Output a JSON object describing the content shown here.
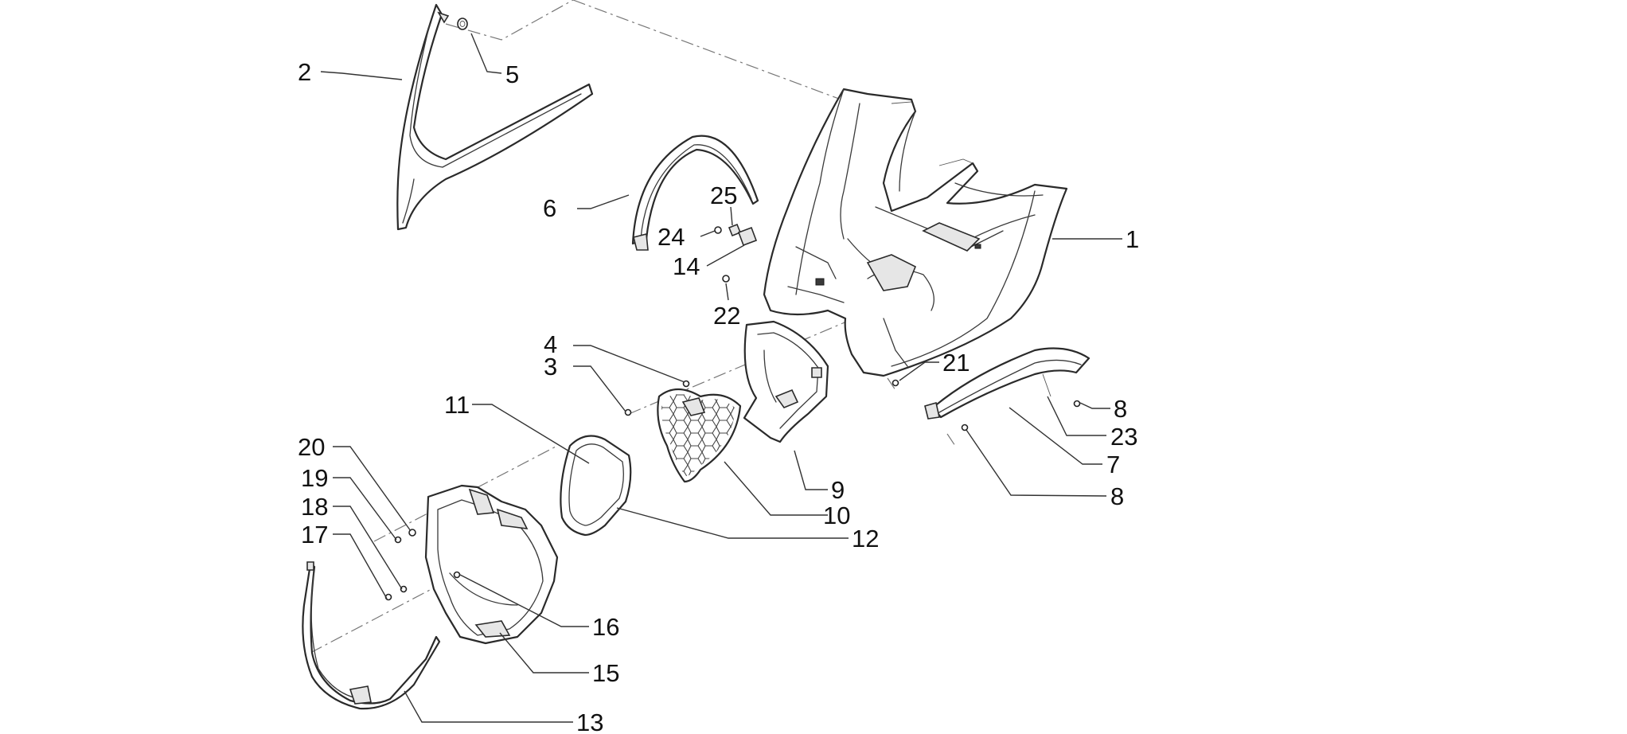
{
  "diagram": {
    "callouts": [
      "1",
      "2",
      "3",
      "4",
      "5",
      "6",
      "7",
      "8",
      "8",
      "9",
      "10",
      "11",
      "12",
      "13",
      "14",
      "15",
      "16",
      "17",
      "18",
      "19",
      "20",
      "21",
      "22",
      "23",
      "24",
      "25"
    ]
  },
  "colors": {
    "line": "#2a2a2a",
    "fill": "#ffffff",
    "axis": "#777777"
  }
}
